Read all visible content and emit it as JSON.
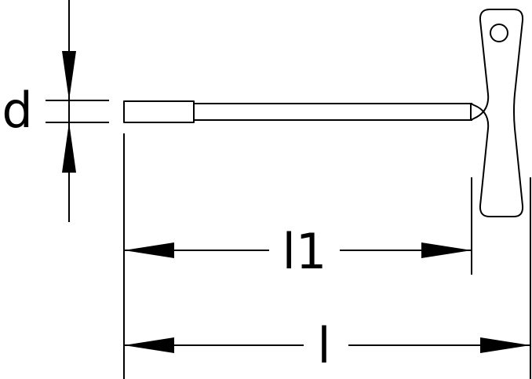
{
  "labels": {
    "diameter": "d",
    "shaft_length": "l1",
    "total_length": "l"
  },
  "colors": {
    "line": "#000000",
    "background": "#ffffff"
  }
}
